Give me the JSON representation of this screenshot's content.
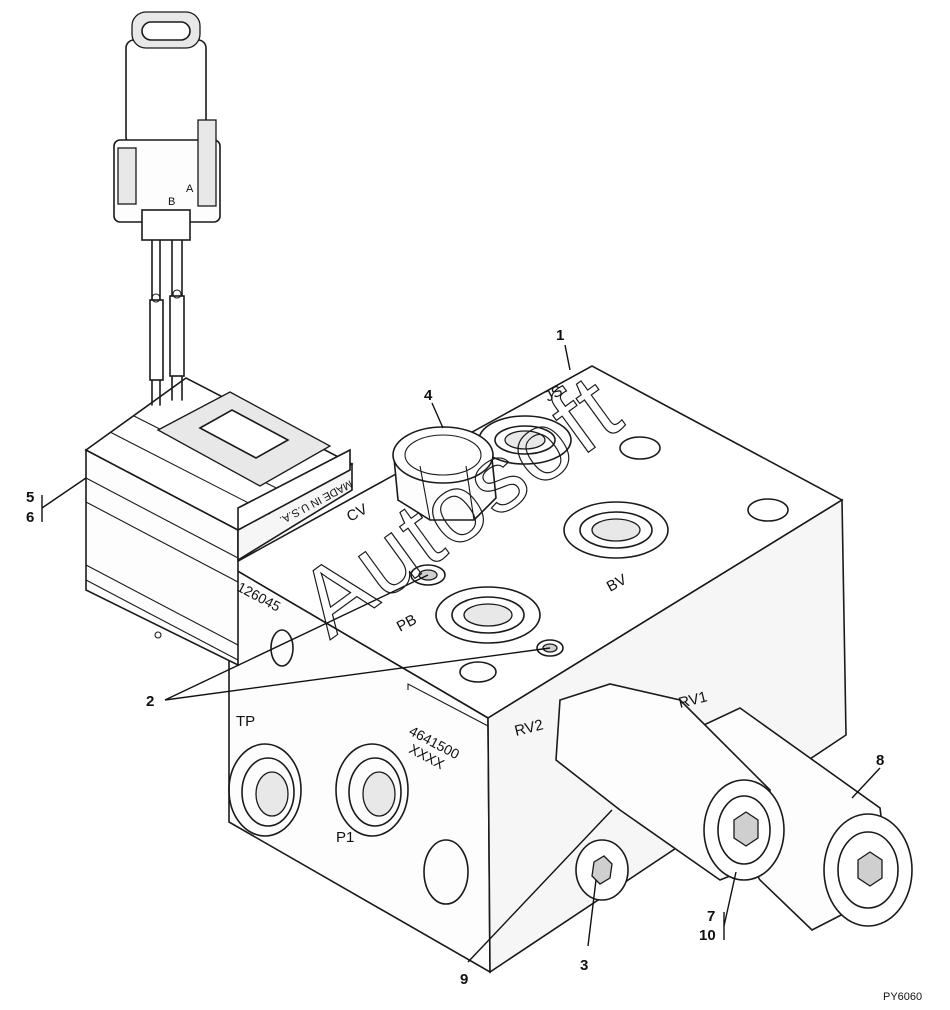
{
  "callouts": {
    "c1": "1",
    "c2": "2",
    "c3": "3",
    "c4": "4",
    "c56a": "5",
    "c56b": "6",
    "c710a": "7",
    "c710b": "10",
    "c8": "8",
    "c9": "9"
  },
  "port_marks": {
    "js": "JS",
    "cv": "CV",
    "bv": "BV",
    "pb": "PB",
    "tp": "TP",
    "p1": "P1",
    "rv1": "RV1",
    "rv2": "RV2"
  },
  "stamps": {
    "serial": "126045",
    "part_number": "4641500",
    "part_suffix": "XXXX",
    "made_in": "MADE IN U.S.A.",
    "connector_b": "B",
    "connector_a": "A"
  },
  "watermark": "Autosoft",
  "figure_id": "PY6060"
}
